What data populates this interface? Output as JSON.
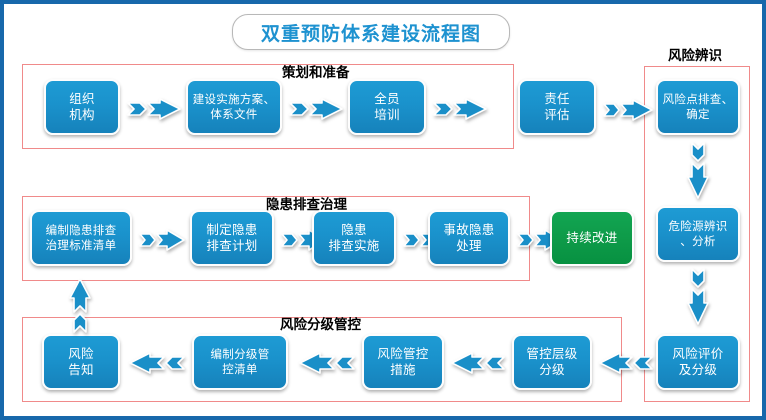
{
  "title": {
    "text": "双重预防体系建设流程图"
  },
  "colors": {
    "frame": "#1868ab",
    "title_text": "#1e92d0",
    "group_border": "#f08a8a",
    "node_blue": "#1a92cc",
    "node_green": "#0e9b49",
    "arrow_blue": "#1a8fc8",
    "node_text": "#ffffff",
    "label_text": "#000000"
  },
  "groups": [
    {
      "id": "planning",
      "label": "策划和准备"
    },
    {
      "id": "hazard",
      "label": "隐患排查治理"
    },
    {
      "id": "grading",
      "label": "风险分级管控"
    },
    {
      "id": "identify",
      "label": "风险辨识"
    }
  ],
  "nodes": {
    "org": {
      "label": "组织\n机构"
    },
    "plan_docs": {
      "label": "建设实施方案、\n体系文件"
    },
    "training": {
      "label": "全员\n培训"
    },
    "responsibility": {
      "label": "责任\n评估"
    },
    "risk_points": {
      "label": "风险点排查、\n确定"
    },
    "source_id": {
      "label": "危险源辨识\n、分析"
    },
    "risk_eval": {
      "label": "风险评价\n及分级"
    },
    "control_level": {
      "label": "管控层级\n分级"
    },
    "control_measure": {
      "label": "风险管控\n措施"
    },
    "control_list": {
      "label": "编制分级管\n控清单"
    },
    "risk_notice": {
      "label": "风险\n告知"
    },
    "std_list": {
      "label": "编制隐患排查\n治理标准清单"
    },
    "check_plan": {
      "label": "制定隐患\n排查计划"
    },
    "check_exec": {
      "label": "隐患\n排查实施"
    },
    "accident": {
      "label": "事故隐患\n处理"
    },
    "improve": {
      "label": "持续改进"
    }
  }
}
